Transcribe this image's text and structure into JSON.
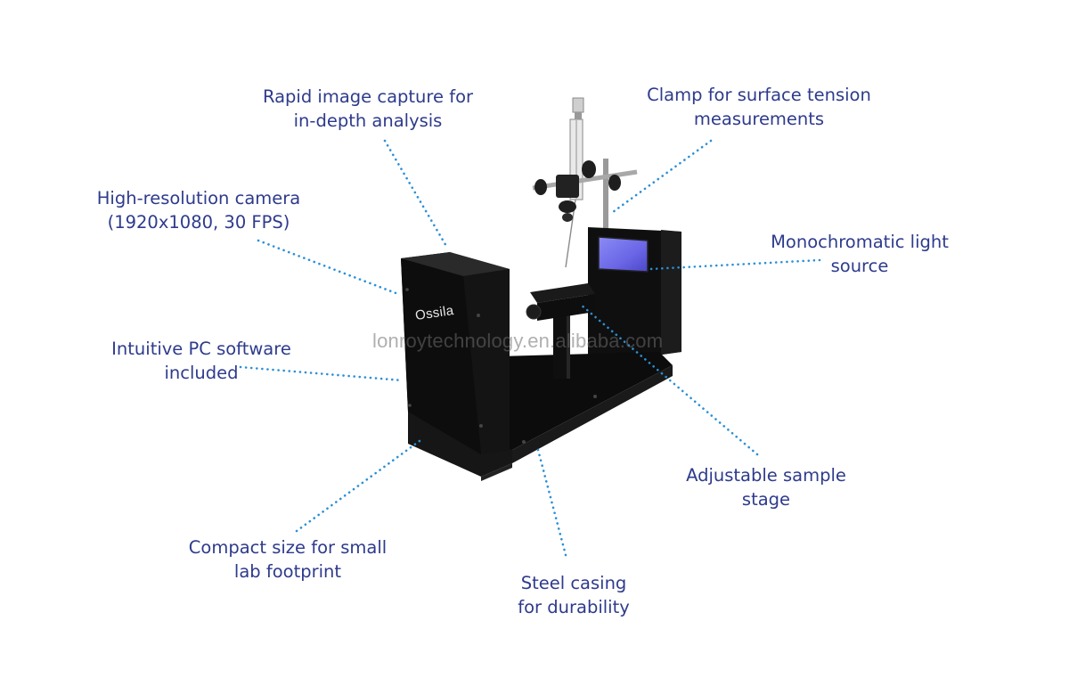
{
  "callouts": {
    "rapid_capture": {
      "line1": "Rapid image capture for",
      "line2": "in-depth analysis"
    },
    "clamp": {
      "line1": "Clamp for surface tension",
      "line2": "measurements"
    },
    "camera": {
      "line1": "High-resolution camera",
      "line2": "(1920x1080, 30 FPS)"
    },
    "light_source": {
      "line1": "Monochromatic light",
      "line2": "source"
    },
    "software": {
      "line1": "Intuitive PC software",
      "line2": "included"
    },
    "sample_stage": {
      "line1": "Adjustable sample",
      "line2": "stage"
    },
    "compact": {
      "line1": "Compact size for small",
      "line2": "lab footprint"
    },
    "steel_casing": {
      "line1": "Steel casing",
      "line2": "for durability"
    }
  },
  "device": {
    "brand_text": "Ossila"
  },
  "watermark": "lonroytechnology.en.alibaba.com",
  "colors": {
    "label_text": "#2e3b8c",
    "leader_line": "#2b8fd6",
    "screen": "#6c6ce8",
    "body": "#111111"
  }
}
